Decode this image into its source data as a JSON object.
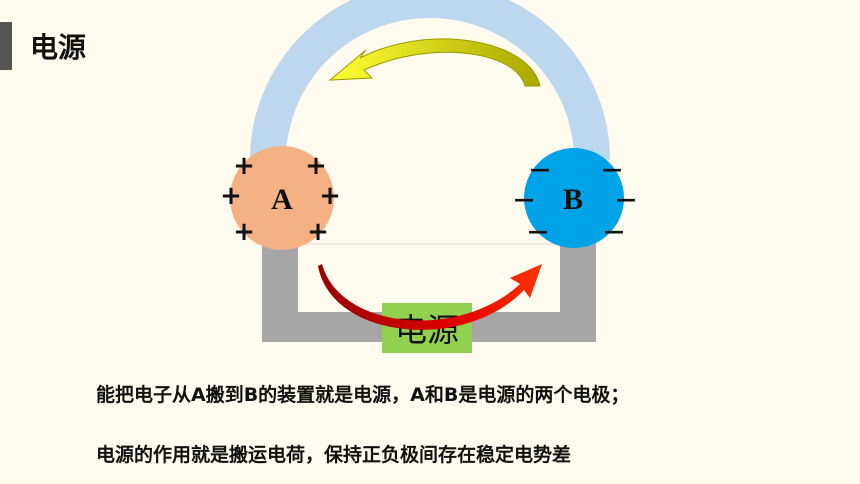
{
  "heading": "电源",
  "diagram": {
    "sphere_a_label": "A",
    "sphere_b_label": "B",
    "source_box_label": "电源",
    "plus_sign": "+",
    "minus_sign": "—",
    "colors": {
      "arch": "#BDD7EE",
      "sphere_a": "#F4B183",
      "sphere_b": "#00A2E8",
      "wire": "#A6A6A6",
      "source_box": "#92D050",
      "top_arrow": "#C8C800",
      "bottom_arrow": "#CC0000"
    }
  },
  "captions": {
    "line1": "能把电子从A搬到B的装置就是电源，A和B是电源的两个电极；",
    "line2": "电源的作用就是搬运电荷，保持正负极间存在稳定电势差"
  }
}
